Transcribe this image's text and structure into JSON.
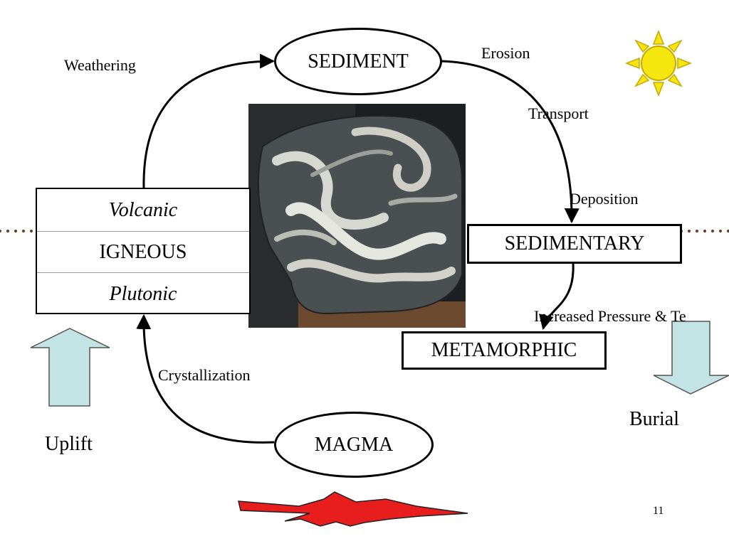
{
  "diagram": {
    "nodes": {
      "sediment": "SEDIMENT",
      "sedimentary": "SEDIMENTARY",
      "metamorphic": "METAMORPHIC",
      "magma": "MAGMA",
      "igneous": {
        "top": "Volcanic",
        "middle": "IGNEOUS",
        "bottom": "Plutonic"
      }
    },
    "process_labels": {
      "weathering": "Weathering",
      "erosion": "Erosion",
      "transport": "Transport",
      "deposition": "Deposition",
      "increased_pressure": "Increased Pressure & Te",
      "crystallization": "Crystallization",
      "uplift": "Uplift",
      "burial": "Burial"
    },
    "colors": {
      "sun": "#f5e60f",
      "sun_outline": "#c9a800",
      "arrow_fill": "#c3e3e5",
      "explosion": "#e81e1e",
      "dotted_line": "#6b3a1f"
    },
    "icons": [
      "sun-icon",
      "uplift-arrow-icon",
      "burial-arrow-icon",
      "explosion-icon",
      "rock-photo"
    ]
  },
  "slide": {
    "page_number": "11"
  }
}
